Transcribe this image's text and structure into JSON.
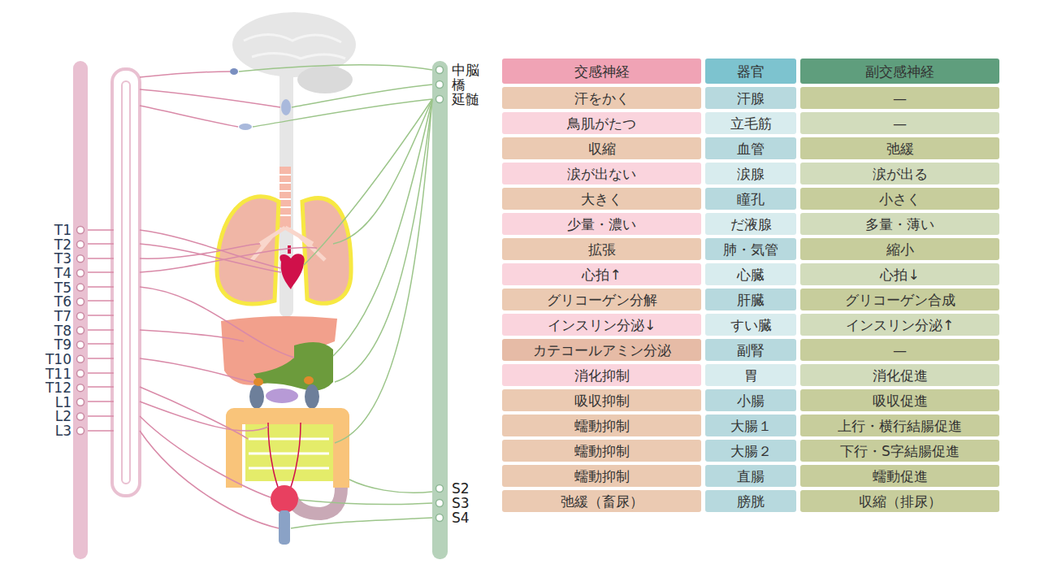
{
  "diagram": {
    "labels": [
      "T1",
      "T2",
      "T3",
      "T4",
      "T5",
      "T6",
      "T7",
      "T8",
      "T9",
      "T10",
      "T11",
      "T12",
      "L1",
      "L2",
      "L3",
      "中脳",
      "橋",
      "延髄",
      "S2",
      "S3",
      "S4",
      "交感神経",
      "器官",
      "副交感神経",
      "汗をかく",
      "汗腺",
      "—",
      "鳥肌がたつ",
      "立毛筋",
      "—",
      "収縮",
      "血管",
      "弛緩",
      "涙が出ない",
      "涙腺",
      "涙が出る",
      "大きく",
      "瞳孔",
      "小さく",
      "少量・濃い",
      "だ液腺",
      "多量・薄い",
      "拡張",
      "肺・気管",
      "縮小",
      "心拍↑",
      "心臓",
      "心拍↓",
      "グリコーゲン分解",
      "肝臓",
      "グリコーゲン合成",
      "インスリン分泌↓",
      "すい臓",
      "インスリン分泌↑",
      "カテコールアミン分泌",
      "副腎",
      "—",
      "消化抑制",
      "胃",
      "消化促進",
      "吸収抑制",
      "小腸",
      "吸収促進",
      "蠕動抑制",
      "大腸１",
      "上行・横行結腸促進",
      "蠕動抑制",
      "大腸２",
      "下行・S字結腸促進",
      "蠕動抑制",
      "直腸",
      "蠕動促進",
      "弛緩（畜尿）",
      "膀胱",
      "収縮（排尿）"
    ]
  }
}
